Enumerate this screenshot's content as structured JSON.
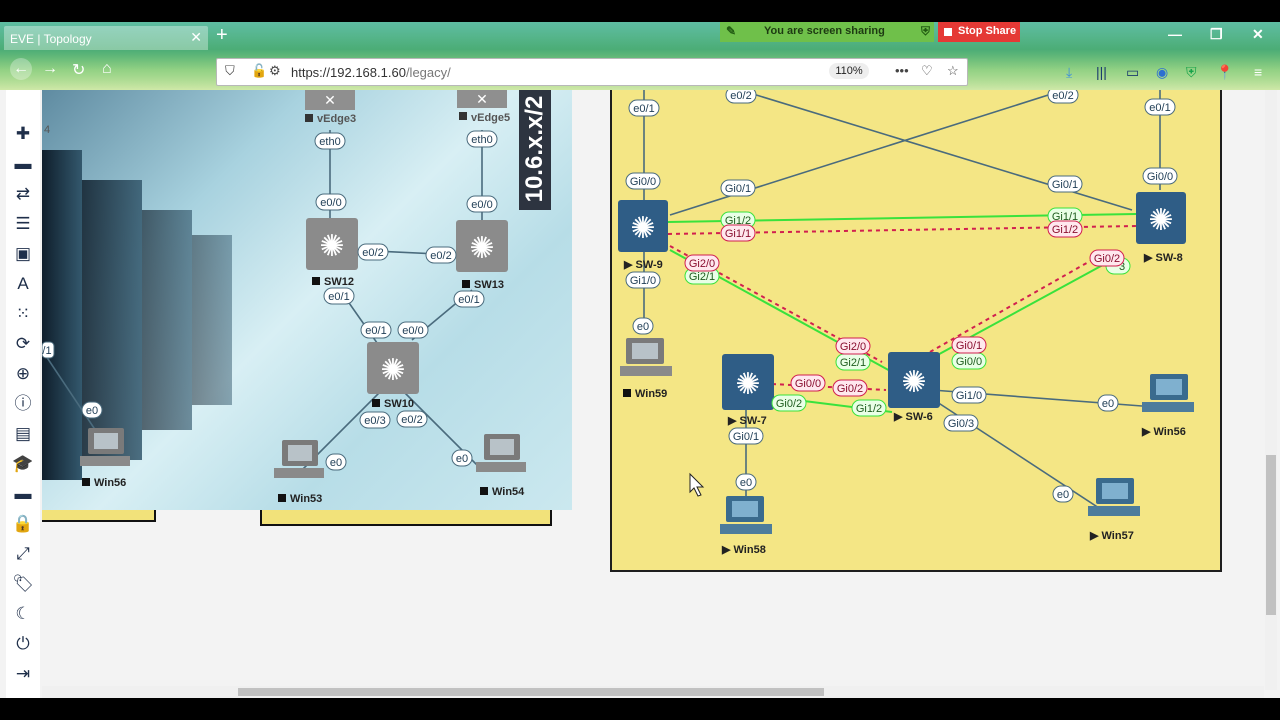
{
  "browser": {
    "tab_title": "EVE | Topology",
    "url_host": "https://192.168.1.60",
    "url_path": "/legacy/",
    "zoom": "110%",
    "share_text": "You are screen sharing",
    "stop_share": "Stop Share"
  },
  "left_topology": {
    "vertical_label": "10.6.x.x/2",
    "nodes": {
      "vedge3": "vEdge3",
      "vedge5": "vEdge5",
      "sw12": "SW12",
      "sw13": "SW13",
      "sw10": "SW10",
      "win56": "Win56",
      "win53": "Win53",
      "win54": "Win54"
    },
    "ports": {
      "vedge3_eth0": "eth0",
      "vedge5_eth0": "eth0",
      "sw12_e00": "e0/0",
      "sw13_e00": "e0/0",
      "sw12_e02": "e0/2",
      "sw13_e02": "e0/2",
      "sw12_e01": "e0/1",
      "sw13_e01": "e0/1",
      "sw10_e01": "e0/1",
      "sw10_e00": "e0/0",
      "sw10_e03": "e0/3",
      "sw10_e02": "e0/2",
      "win53_e0": "e0",
      "win54_e0": "e0",
      "win56_e0": "e0",
      "edge_left_1": "/1",
      "edge_left_4": "4"
    }
  },
  "right_topology": {
    "nodes": {
      "sw9": "SW-9",
      "sw8": "SW-8",
      "sw7": "SW-7",
      "sw6": "SW-6",
      "win59": "Win59",
      "win58": "Win58",
      "win56": "Win56",
      "win57": "Win57"
    },
    "ports": {
      "top_e01_left": "e0/1",
      "top_e02_a": "e0/2",
      "top_e02_b": "e0/2",
      "top_e01_right": "e0/1",
      "sw9_gi00": "Gi0/0",
      "sw9_gi01": "Gi0/1",
      "sw9_gi12": "Gi1/2",
      "sw9_gi11": "Gi1/1",
      "sw9_gi20": "Gi2/0",
      "sw9_gi21": "Gi2/1",
      "sw9_gi10": "Gi1/0",
      "sw8_gi00": "Gi0/0",
      "sw8_gi01": "Gi0/1",
      "sw8_gi11": "Gi1/1",
      "sw8_gi12": "Gi1/2",
      "sw8_gi02": "Gi0/2",
      "sw8_gi03": "3",
      "sw6_gi20": "Gi2/0",
      "sw6_gi21": "Gi2/1",
      "sw6_gi01": "Gi0/1",
      "sw6_gi00": "Gi0/0",
      "sw6_gi02": "Gi0/2",
      "sw6_gi12": "Gi1/2",
      "sw6_gi10": "Gi1/0",
      "sw6_gi03": "Gi0/3",
      "sw7_gi00": "Gi0/0",
      "sw7_gi02": "Gi0/2",
      "sw7_gi01": "Gi0/1",
      "win59_e0": "e0",
      "win58_e0": "e0",
      "win56_e0": "e0",
      "win57_e0": "e0"
    }
  },
  "colors": {
    "panel": "#f4e685",
    "link": "#4a6b7d",
    "green_link": "#39e23c",
    "red_link": "#d11f4f",
    "switch": "#2f5d86"
  }
}
